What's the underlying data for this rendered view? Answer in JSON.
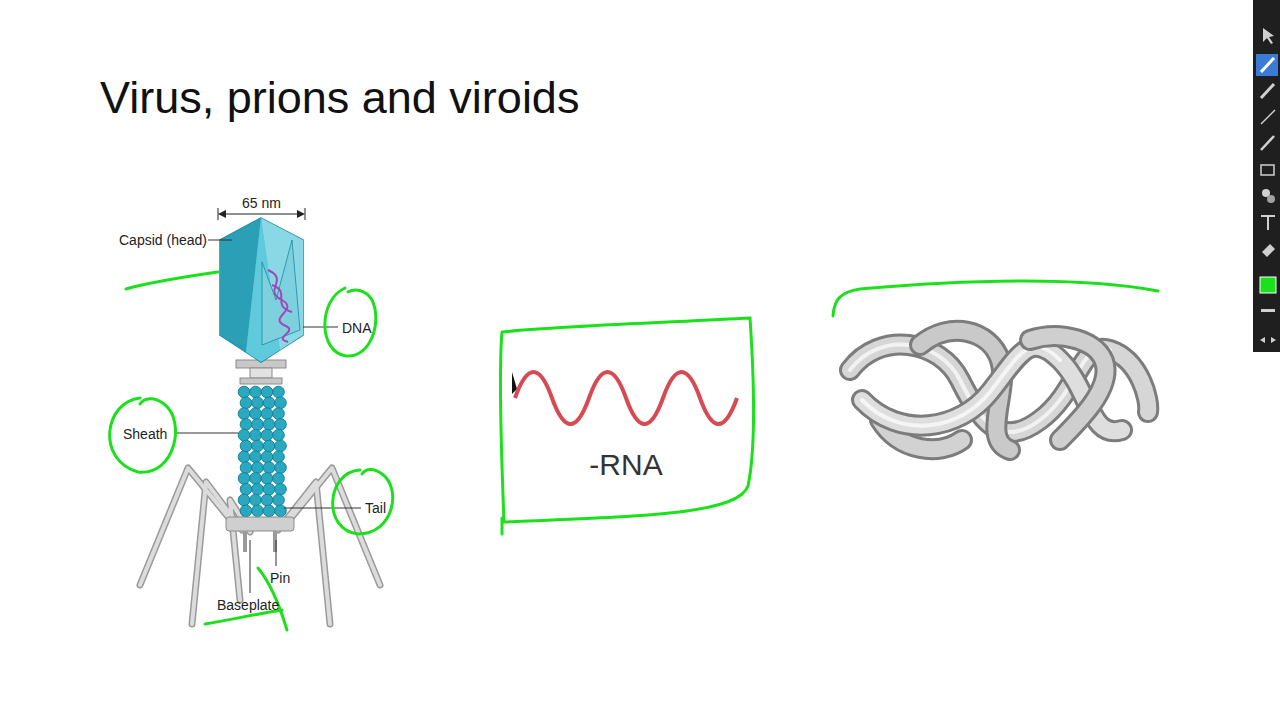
{
  "diagram": {
    "title": "Virus, prions and viroids",
    "nodes": [
      {
        "text": [
          "-RNA"
        ]
      }
    ],
    "labels": [
      "65 nm",
      "Capsid (head)",
      "DNA",
      "Sheath",
      "Tail",
      "Pin",
      "Baseplate"
    ]
  }
}
